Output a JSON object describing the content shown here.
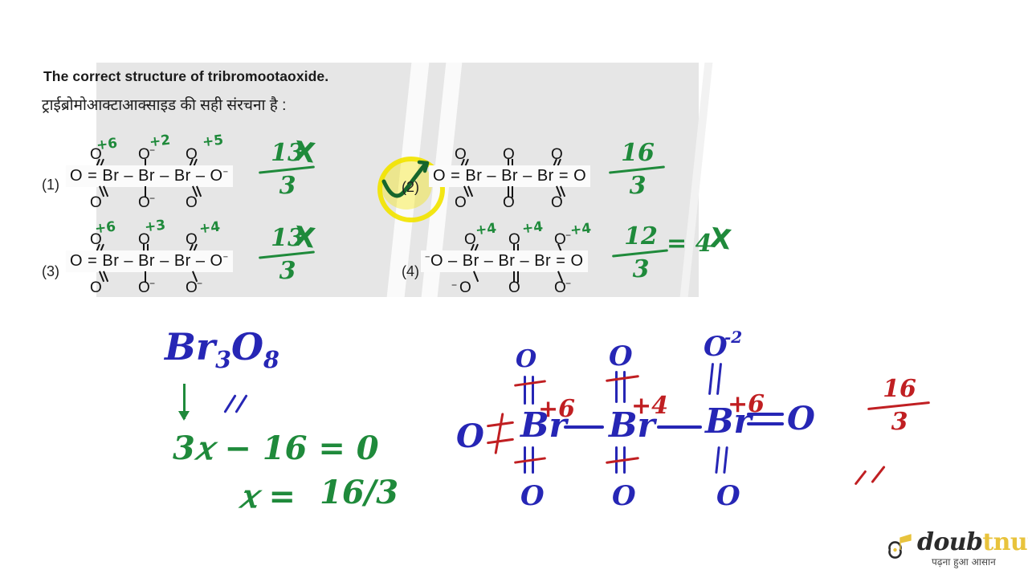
{
  "question": {
    "english": "The correct structure of tribromootaoxide.",
    "hindi": "ट्राईब्रोमोआक्टाआक्साइड की सही संरचना है :"
  },
  "options": [
    {
      "label": "(1)",
      "formula": "O = Br – Br – Br – O",
      "formula_charge": "−",
      "top_atoms": [
        "O",
        "O",
        "O"
      ],
      "bottom_atoms": [
        "O",
        "O",
        "O"
      ],
      "top_charges": [
        "",
        "−",
        ""
      ],
      "bottom_charges": [
        "",
        "−",
        ""
      ],
      "oxidation_states": [
        "+6",
        "+2",
        "+5"
      ],
      "result_numerator": "13",
      "result_denominator": "3",
      "verdict": "X"
    },
    {
      "label": "(2)",
      "formula": "O = Br – Br – Br = O",
      "formula_charge": "",
      "top_atoms": [
        "O",
        "O",
        "O"
      ],
      "bottom_atoms": [
        "O",
        "O",
        "O"
      ],
      "top_charges": [
        "",
        "",
        ""
      ],
      "bottom_charges": [
        "",
        "",
        ""
      ],
      "oxidation_states": [],
      "result_numerator": "16",
      "result_denominator": "3",
      "verdict": "correct"
    },
    {
      "label": "(3)",
      "formula": "O = Br – Br – Br – O",
      "formula_charge": "−",
      "top_atoms": [
        "O",
        "O",
        "O"
      ],
      "bottom_atoms": [
        "O",
        "O",
        "O"
      ],
      "top_charges": [
        "",
        "",
        ""
      ],
      "bottom_charges": [
        "",
        "−",
        "−"
      ],
      "oxidation_states": [
        "+6",
        "+3",
        "+4"
      ],
      "result_numerator": "13",
      "result_denominator": "3",
      "verdict": "X"
    },
    {
      "label": "(4)",
      "formula": "O – Br – Br – Br = O",
      "formula_charge": "−",
      "top_atoms": [
        "O",
        "O",
        "O"
      ],
      "bottom_atoms": [
        "O",
        "O",
        "O"
      ],
      "top_charges": [
        "",
        "",
        "−"
      ],
      "bottom_charges": [
        "−",
        "",
        "−"
      ],
      "oxidation_states": [
        "+4",
        "+4",
        "+4"
      ],
      "result_numerator": "12",
      "result_denominator": "3",
      "result_equals": "= 4",
      "verdict": "X"
    }
  ],
  "working": {
    "compound": "Br",
    "compound_sub1": "3",
    "compound_mid": "O",
    "compound_sub2": "8",
    "equation": "3𝑥 − 16 = 0",
    "solution_lhs": "𝑥 =",
    "solution_rhs": "16/3"
  },
  "sketch": {
    "left_oxygen": "O",
    "centers": [
      "Br",
      "Br",
      "Br"
    ],
    "top_oxygens": [
      "O",
      "O",
      "O"
    ],
    "bottom_oxygens": [
      "O",
      "O",
      "O"
    ],
    "terminal_oxygen": "O",
    "top_right_charge": "-2",
    "oxidation_states": [
      "+6",
      "+4",
      "+6"
    ],
    "answer_numerator": "16",
    "answer_denominator": "3"
  },
  "logo": {
    "word_prefix": "doub",
    "word_accent": "t",
    "word_suffix": "nut",
    "tagline": "पढ़ना हुआ आसान"
  },
  "colors": {
    "green_pen": "#1f8a3b",
    "blue_pen": "#2626b5",
    "red_pen": "#c01f22",
    "highlight_yellow": "#f2e400",
    "panel_gray": "#e6e6e6"
  }
}
